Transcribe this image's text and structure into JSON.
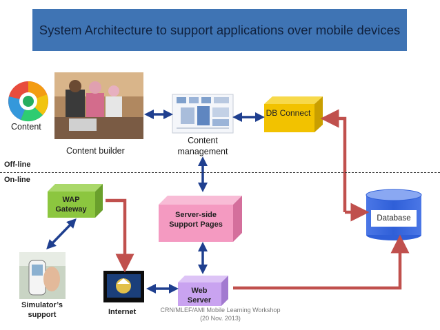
{
  "title": "System Architecture to support applications over mobile devices",
  "labels": {
    "content": "Content",
    "content_builder": "Content builder",
    "content_management": "Content management",
    "offline": "Off-line",
    "online": "On-line",
    "db_connect": "DB Connect",
    "database": "Database",
    "wap_gateway": "WAP Gateway",
    "server_side": "Server-side Support Pages",
    "simulator": "Simulator’s support",
    "internet": "Internet",
    "web_server": "Web Server"
  },
  "footer": {
    "line1": "CRN/MLEF/AMI Mobile Learning Workshop",
    "line2": "(20 Nov. 2013)"
  },
  "colors": {
    "title_bg": "#3f74b4",
    "db_connect": "#f2c200",
    "wap_gateway": "#8cc63f",
    "server_side": "#f49ac1",
    "web_server": "#c9a3f0",
    "database": "#3a6ae0",
    "arrow_red": "#c0504d",
    "arrow_blue": "#1f3f8f"
  },
  "icons": [
    "content-pie-icon",
    "content-builder-photo",
    "content-management-screenshot",
    "mobile-simulator-photo",
    "internet-screen-icon"
  ]
}
